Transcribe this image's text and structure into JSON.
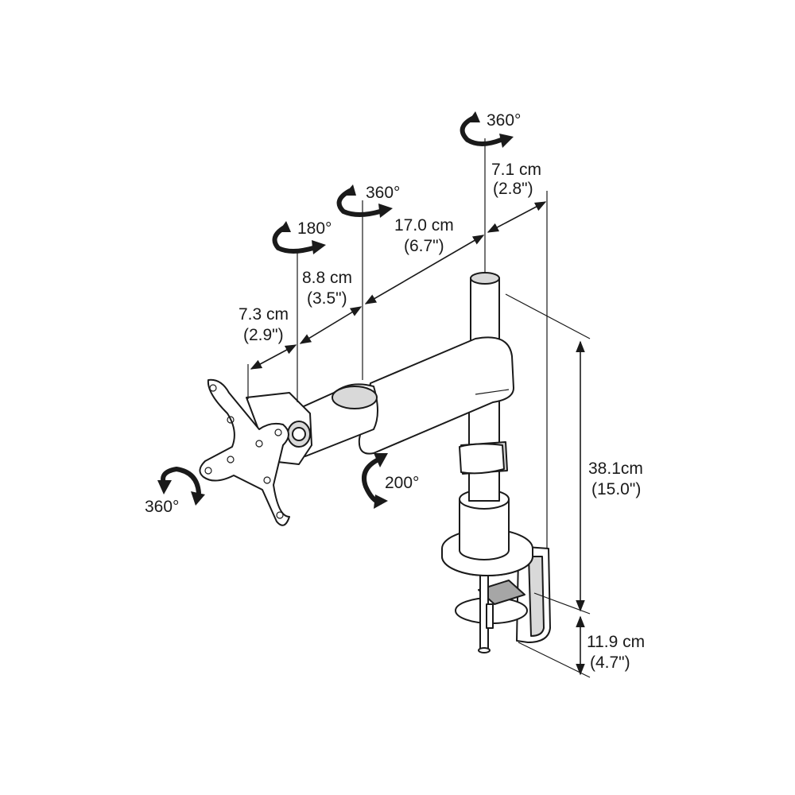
{
  "rotations": {
    "top_pole": "360°",
    "arm_joint": "360°",
    "tilt_joint": "180°",
    "elbow": "200°",
    "vesa_plate": "360°"
  },
  "dimensions": {
    "pole_offset": {
      "metric": "7.1 cm",
      "imperial": "(2.8\")"
    },
    "arm_length": {
      "metric": "17.0 cm",
      "imperial": "(6.7\")"
    },
    "forearm_length": {
      "metric": "8.8 cm",
      "imperial": "(3.5\")"
    },
    "head_length": {
      "metric": "7.3 cm",
      "imperial": "(2.9\")"
    },
    "pole_height": {
      "metric": "38.1cm",
      "imperial": "(15.0\")"
    },
    "clamp_height": {
      "metric": "11.9 cm",
      "imperial": "(4.7\")"
    }
  }
}
